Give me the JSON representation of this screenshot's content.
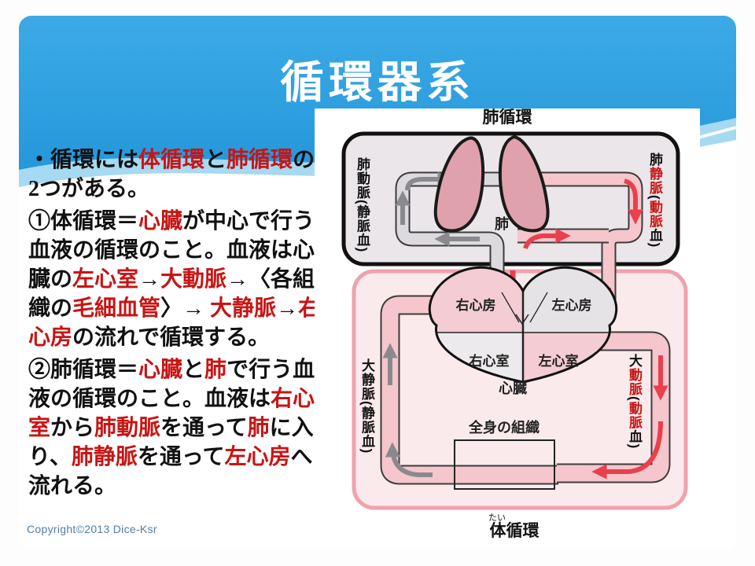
{
  "slide": {
    "title": "循環器系",
    "copyright": "Copyright©2013 Dice-Ksr"
  },
  "colors": {
    "accent_blue": "#1f97dc",
    "highlight_red": "#c81414",
    "tube_pink": "#f5c6cc",
    "tube_gray": "#dcdade",
    "arrow_red": "#e8404e",
    "arrow_gray": "#8a8a8e",
    "pulmonary_box_fill": "#eae6ea",
    "systemic_box_fill": "#fbeaec",
    "systemic_box_border": "#f0a2ac",
    "lung_fill": "#dfa2ac"
  },
  "left_text": {
    "paragraphs": [
      {
        "segments": [
          {
            "t": "・循環には",
            "c": "black"
          },
          {
            "t": "体循環",
            "c": "red"
          },
          {
            "t": "と",
            "c": "black"
          },
          {
            "t": "肺循環",
            "c": "red"
          },
          {
            "t": "の2つがある。",
            "c": "black"
          }
        ]
      },
      {
        "segments": [
          {
            "t": "①体循環＝",
            "c": "black"
          },
          {
            "t": "心臓",
            "c": "red"
          },
          {
            "t": "が中心で行う血液の循環のこと。血液は心臓の",
            "c": "black"
          },
          {
            "t": "左心室",
            "c": "red"
          },
          {
            "t": "→",
            "c": "black"
          },
          {
            "t": "大動脈",
            "c": "red"
          },
          {
            "t": "→〈各組織の",
            "c": "black"
          },
          {
            "t": "毛細血管",
            "c": "red"
          },
          {
            "t": "〉→ ",
            "c": "black"
          },
          {
            "t": "大静脈",
            "c": "red"
          },
          {
            "t": "→",
            "c": "black"
          },
          {
            "t": "右心房",
            "c": "red"
          },
          {
            "t": "の流れで循環する。",
            "c": "black"
          }
        ]
      },
      {
        "segments": [
          {
            "t": "②肺循環＝",
            "c": "black"
          },
          {
            "t": "心臓",
            "c": "red"
          },
          {
            "t": "と",
            "c": "black"
          },
          {
            "t": "肺",
            "c": "red"
          },
          {
            "t": "で行う血液の循環のこと。血液は",
            "c": "black"
          },
          {
            "t": "右心室",
            "c": "red"
          },
          {
            "t": "から",
            "c": "black"
          },
          {
            "t": "肺動脈",
            "c": "red"
          },
          {
            "t": "を通って",
            "c": "black"
          },
          {
            "t": "肺",
            "c": "red"
          },
          {
            "t": "に入り、",
            "c": "black"
          },
          {
            "t": "肺静脈",
            "c": "red"
          },
          {
            "t": "を通って",
            "c": "black"
          },
          {
            "t": "左心房",
            "c": "red"
          },
          {
            "t": "へ流れる。",
            "c": "black"
          }
        ]
      }
    ]
  },
  "diagram": {
    "top_label": "肺循環",
    "bottom_label": "体循環",
    "bottom_label_furigana": "たい",
    "lung_label": "肺",
    "heart_label": "心臓",
    "tissues_label": "全身の組織",
    "chambers": {
      "right_atrium": "右心房",
      "left_atrium": "左心房",
      "right_ventricle": "右心室",
      "left_ventricle": "左心室"
    },
    "vessels": {
      "pulmonary_artery": {
        "segments": [
          {
            "t": "肺動脈(静脈血)",
            "c": "black"
          }
        ]
      },
      "pulmonary_vein": {
        "segments": [
          {
            "t": "肺",
            "c": "black"
          },
          {
            "t": "静脈",
            "c": "red"
          },
          {
            "t": "(",
            "c": "black"
          },
          {
            "t": "動脈",
            "c": "red"
          },
          {
            "t": "血)",
            "c": "black"
          }
        ]
      },
      "vena_cava": {
        "segments": [
          {
            "t": "大静脈(静脈血)",
            "c": "black"
          }
        ]
      },
      "aorta": {
        "segments": [
          {
            "t": "大",
            "c": "black"
          },
          {
            "t": "動脈",
            "c": "red"
          },
          {
            "t": "(",
            "c": "black"
          },
          {
            "t": "動脈",
            "c": "red"
          },
          {
            "t": "血)",
            "c": "black"
          }
        ]
      }
    }
  }
}
